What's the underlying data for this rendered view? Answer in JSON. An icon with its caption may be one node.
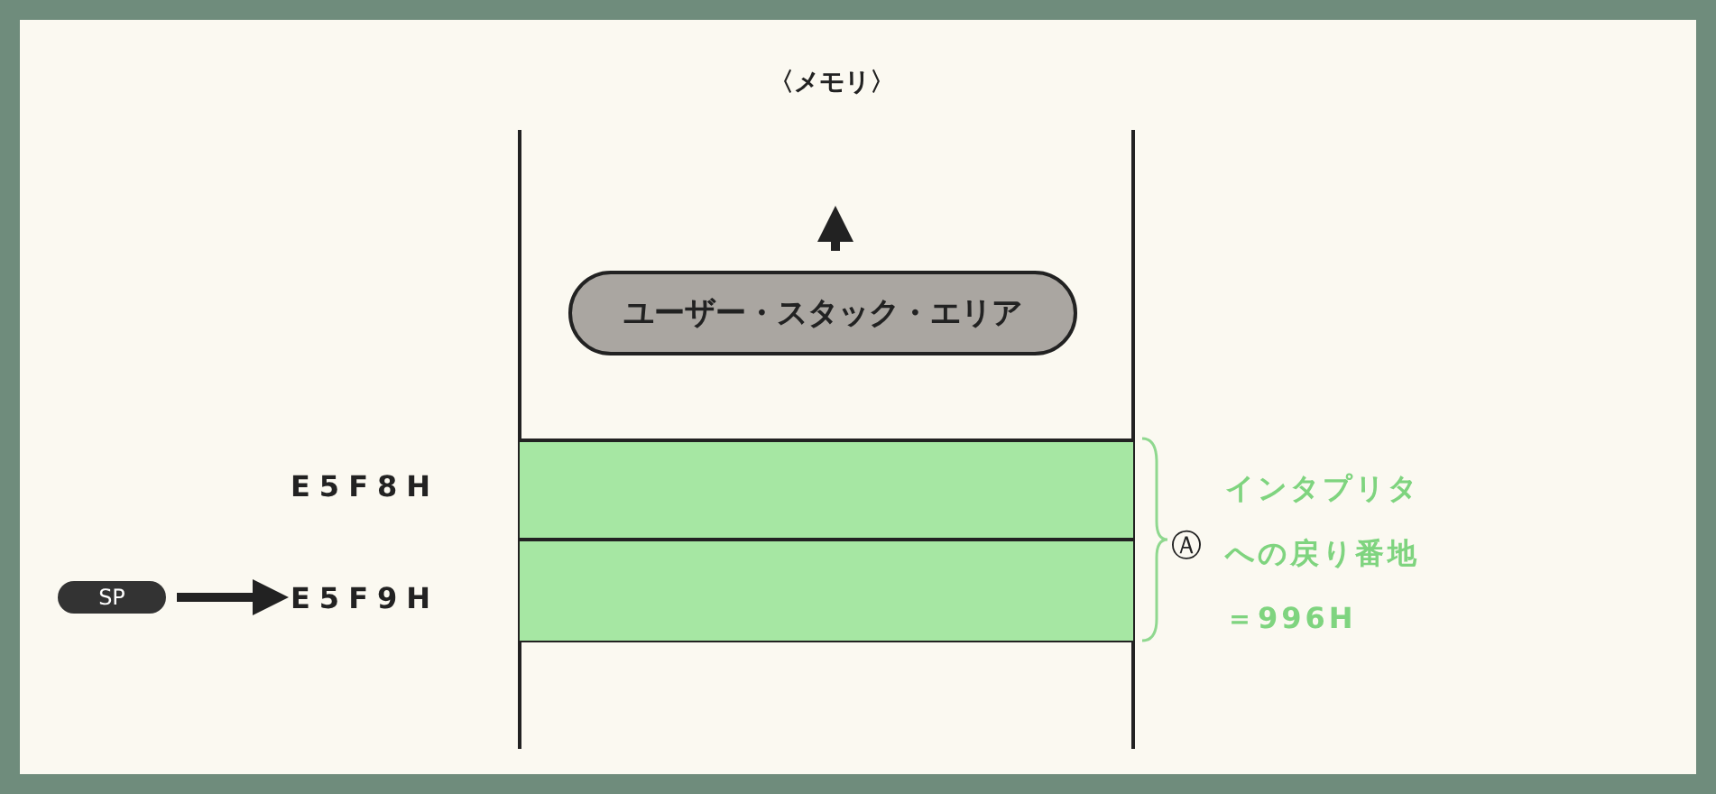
{
  "diagram": {
    "nodes": [
      {
        "text": [
          "SP"
        ]
      },
      {
        "text": [
          "E5F9H"
        ]
      },
      {
        "text": [
          "ユーザー・スタック・エリア"
        ]
      },
      {
        "text": [],
        "shape": "box"
      },
      {
        "text": [],
        "shape": "box"
      }
    ],
    "edges": [
      {
        "from": 0,
        "to": 1,
        "arrow": "to"
      }
    ],
    "labels": [
      "〈メモリ〉",
      "E5F8H",
      "Ⓐ",
      "インタプリタへの戻り番地＝996H"
    ]
  }
}
